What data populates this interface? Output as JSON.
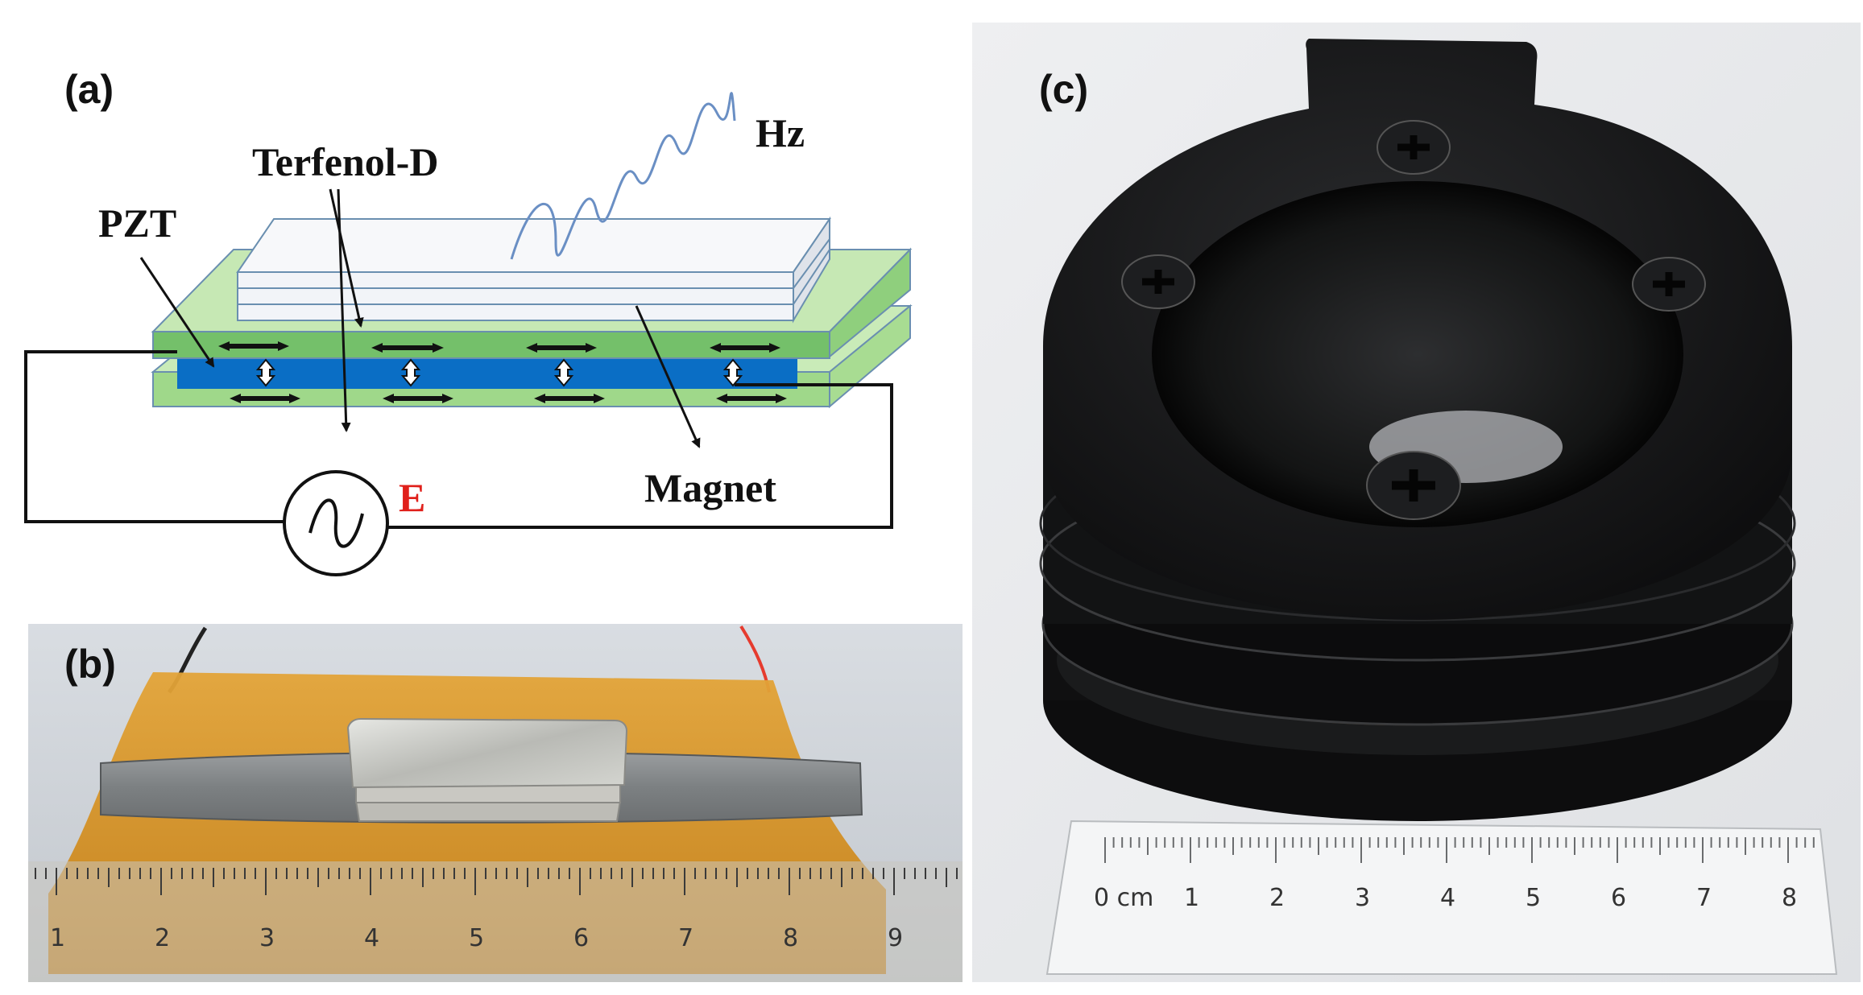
{
  "panels": {
    "a": {
      "label": "(a)",
      "labels": {
        "terfenol": "Terfenol-D",
        "pzt": "PZT",
        "hz": "Hz",
        "magnet": "Magnet",
        "e_field": "E"
      },
      "colors": {
        "terfenol_layer": "#9fd88a",
        "pzt_layer": "#0a6ec5",
        "magnet_layer": "#f2f4f8",
        "e_label": "#e0201b"
      }
    },
    "b": {
      "label": "(b)",
      "ruler_numbers": [
        "1",
        "2",
        "3",
        "4",
        "5",
        "6",
        "7",
        "8",
        "9"
      ]
    },
    "c": {
      "label": "(c)",
      "ruler_unit": "0 cm",
      "ruler_numbers": [
        "1",
        "2",
        "3",
        "4",
        "5",
        "6",
        "7",
        "8"
      ]
    }
  }
}
